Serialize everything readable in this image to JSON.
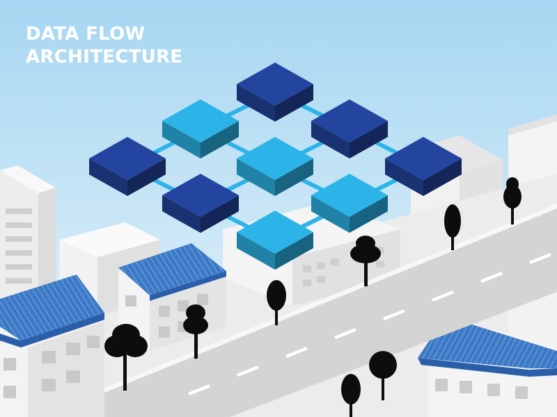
{
  "title": {
    "line1": "DATA FLOW",
    "line2": "ARCHITECTURE"
  },
  "colors": {
    "sky_top": "#a6d6f1",
    "sky_bottom": "#eaf5fb",
    "title_text": "#ffffff",
    "node_dark": "#23459f",
    "node_light": "#2cb4e8",
    "connector": "#2cb4e8",
    "roof_blue": "#3c78c4",
    "building_white": "#f6f6f6",
    "building_grey": "#dedede",
    "road": "#d3d3d3",
    "tree": "#0d0d0d"
  },
  "network": {
    "nodes": [
      {
        "id": "n1",
        "tone": "dark"
      },
      {
        "id": "n2",
        "tone": "light"
      },
      {
        "id": "n3",
        "tone": "dark"
      },
      {
        "id": "n4",
        "tone": "dark"
      },
      {
        "id": "n5",
        "tone": "light"
      },
      {
        "id": "n6",
        "tone": "dark"
      },
      {
        "id": "n7",
        "tone": "dark"
      },
      {
        "id": "n8",
        "tone": "light"
      },
      {
        "id": "n9",
        "tone": "light"
      }
    ],
    "edges": [
      [
        "n1",
        "n2"
      ],
      [
        "n1",
        "n3"
      ],
      [
        "n2",
        "n4"
      ],
      [
        "n2",
        "n5"
      ],
      [
        "n3",
        "n5"
      ],
      [
        "n3",
        "n6"
      ],
      [
        "n4",
        "n7"
      ],
      [
        "n5",
        "n7"
      ],
      [
        "n5",
        "n8"
      ],
      [
        "n6",
        "n8"
      ],
      [
        "n7",
        "n9"
      ],
      [
        "n8",
        "n9"
      ]
    ]
  }
}
